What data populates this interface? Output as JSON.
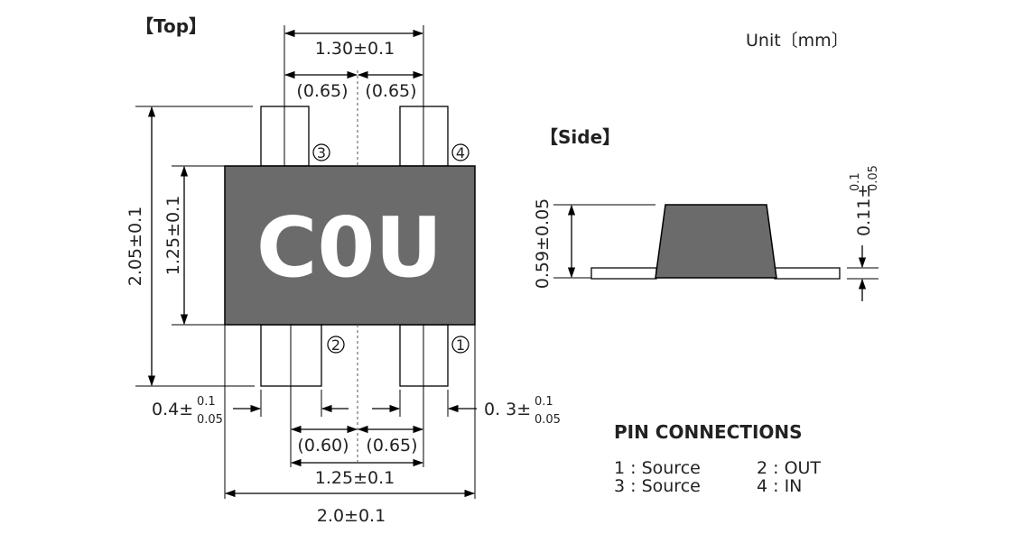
{
  "labels": {
    "top_title": "【Top】",
    "side_title": "【Side】",
    "unit": "Unit〔mm〕",
    "marking": "C0U",
    "dim_width_top": "1.30±0.1",
    "dim_half_left_top": "(0.65)",
    "dim_half_right_top": "(0.65)",
    "dim_total_height": "2.05±0.1",
    "dim_body_height": "1.25±0.1",
    "dim_lead_left_main": "0.4±",
    "dim_lead_left_upper": "0.1",
    "dim_lead_left_lower": "0.05",
    "dim_lead_right_main": "0. 3±",
    "dim_lead_right_upper": "0.1",
    "dim_lead_right_lower": "0.05",
    "dim_half_left_bottom": "(0.60)",
    "dim_half_right_bottom": "(0.65)",
    "dim_width_bottom": "1.25±0.1",
    "dim_total_width": "2.0±0.1",
    "dim_side_height": "0.59±0.05",
    "dim_side_lead_main": "0.11±",
    "dim_side_lead_upper": "0.1",
    "dim_side_lead_lower": "0.05",
    "pin_1": "1",
    "pin_2": "2",
    "pin_3": "3",
    "pin_4": "4"
  },
  "pin_connections": {
    "title": "PIN CONNECTIONS",
    "items": [
      "1 : Source",
      "2 : OUT",
      "3 : Source",
      "4 : IN"
    ]
  },
  "colors": {
    "package_body": "#6b6b6b",
    "marking_text": "#ffffff"
  }
}
